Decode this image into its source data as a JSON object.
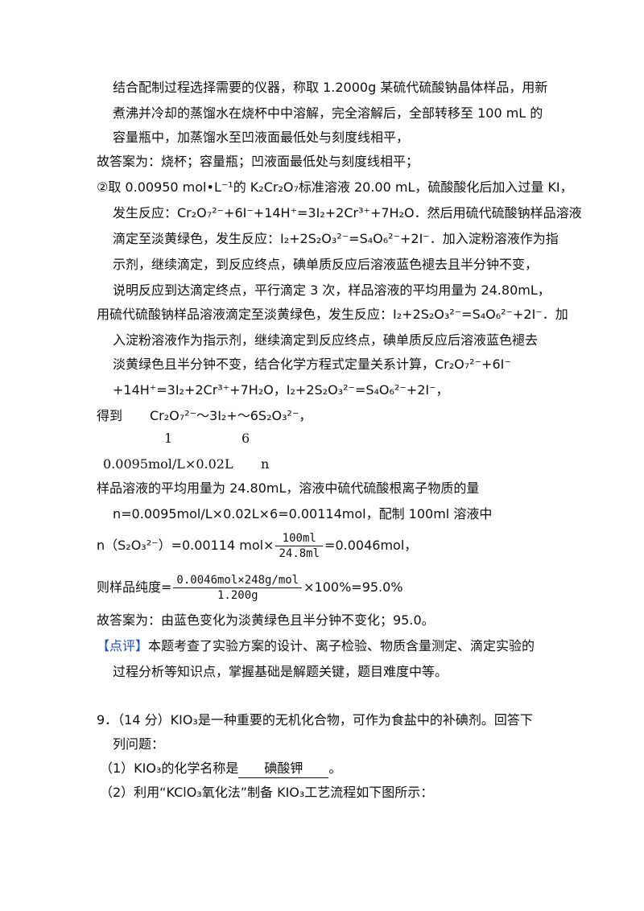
{
  "lines": {
    "l1": "结合配制过程选择需要的仪器，称取 1.2000g 某硫代硫酸钠晶体样品，用新",
    "l2": "煮沸并冷却的蒸馏水在烧杯中中溶解，完全溶解后，全部转移至 100 mL 的",
    "l3": "容量瓶中，加蒸馏水至凹液面最低处与刻度线相平，",
    "l4": "故答案为：烧杯；容量瓶；凹液面最低处与刻度线相平；",
    "l5": "②取 0.00950 mol•L⁻¹的 K₂Cr₂O₇标准溶液 20.00 mL，硫酸酸化后加入过量 KI，",
    "l6": "发生反应：Cr₂O₇²⁻+6I⁻+14H⁺=3I₂+2Cr³⁺+7H₂O．然后用硫代硫酸钠样品溶液",
    "l7": "滴定至淡黄绿色，发生反应：I₂+2S₂O₃²⁻=S₄O₆²⁻+2I⁻．加入淀粉溶液作为指",
    "l8": "示剂，继续滴定，到反应终点，碘单质反应后溶液蓝色褪去且半分钟不变，",
    "l9": "说明反应到达滴定终点，平行滴定 3 次，样品溶液的平均用量为 24.80mL，",
    "l10": "用硫代硫酸钠样品溶液滴定至淡黄绿色，发生反应：I₂+2S₂O₃²⁻=S₄O₆²⁻+2I⁻．加",
    "l11": "入淀粉溶液作为指示剂，继续滴定到反应终点，碘单质反应后溶液蓝色褪去",
    "l12": "淡黄绿色且半分钟不变，结合化学方程式定量关系计算，Cr₂O₇²⁻+6I⁻",
    "l13": "+14H⁺=3I₂+2Cr³⁺+7H₂O，I₂+2S₂O₃²⁻=S₄O₆²⁻+2I⁻，",
    "l14a": "得到",
    "l14b": "Cr₂O₇²⁻～3I₂+～6S₂O₃²⁻，",
    "l15a": "1",
    "l15b": "6",
    "l16a": "0.0095mol/L×0.02L",
    "l16b": "n",
    "l17": "样品溶液的平均用量为 24.80mL，溶液中硫代硫酸根离子物质的量",
    "l18": "n=0.0095mol/L×0.02L×6=0.00114mol，配制 100ml 溶液中",
    "l19a": "n（S₂O₃²⁻）=0.00114 mol×",
    "l19num": "100ml",
    "l19den": "24.8ml",
    "l19b": "=0.0046mol，",
    "l20a": "则样品纯度=",
    "l20num": "0.0046mol×248g/mol",
    "l20den": "1.200g",
    "l20b": "×100%=95.0%",
    "l21": "故答案为：由蓝色变化为淡黄绿色且半分钟不变化；95.0。",
    "l22tag": "【点评】",
    "l22": "本题考查了实验方案的设计、离子检验、物质含量测定、滴定实验的",
    "l23": "过程分析等知识点，掌握基础是解题关键，题目难度中等。",
    "l24": "9．（14 分）KIO₃是一种重要的无机化合物，可作为食盐中的补碘剂。回答下",
    "l25": "列问题：",
    "l26a": "（1）KIO₃的化学名称是",
    "l26ans": "碘酸钾",
    "l26b": "。",
    "l27": "（2）利用“KClO₃氧化法”制备 KIO₃工艺流程如下图所示："
  },
  "colors": {
    "tag": "#1f4fbf",
    "text": "#111111"
  }
}
